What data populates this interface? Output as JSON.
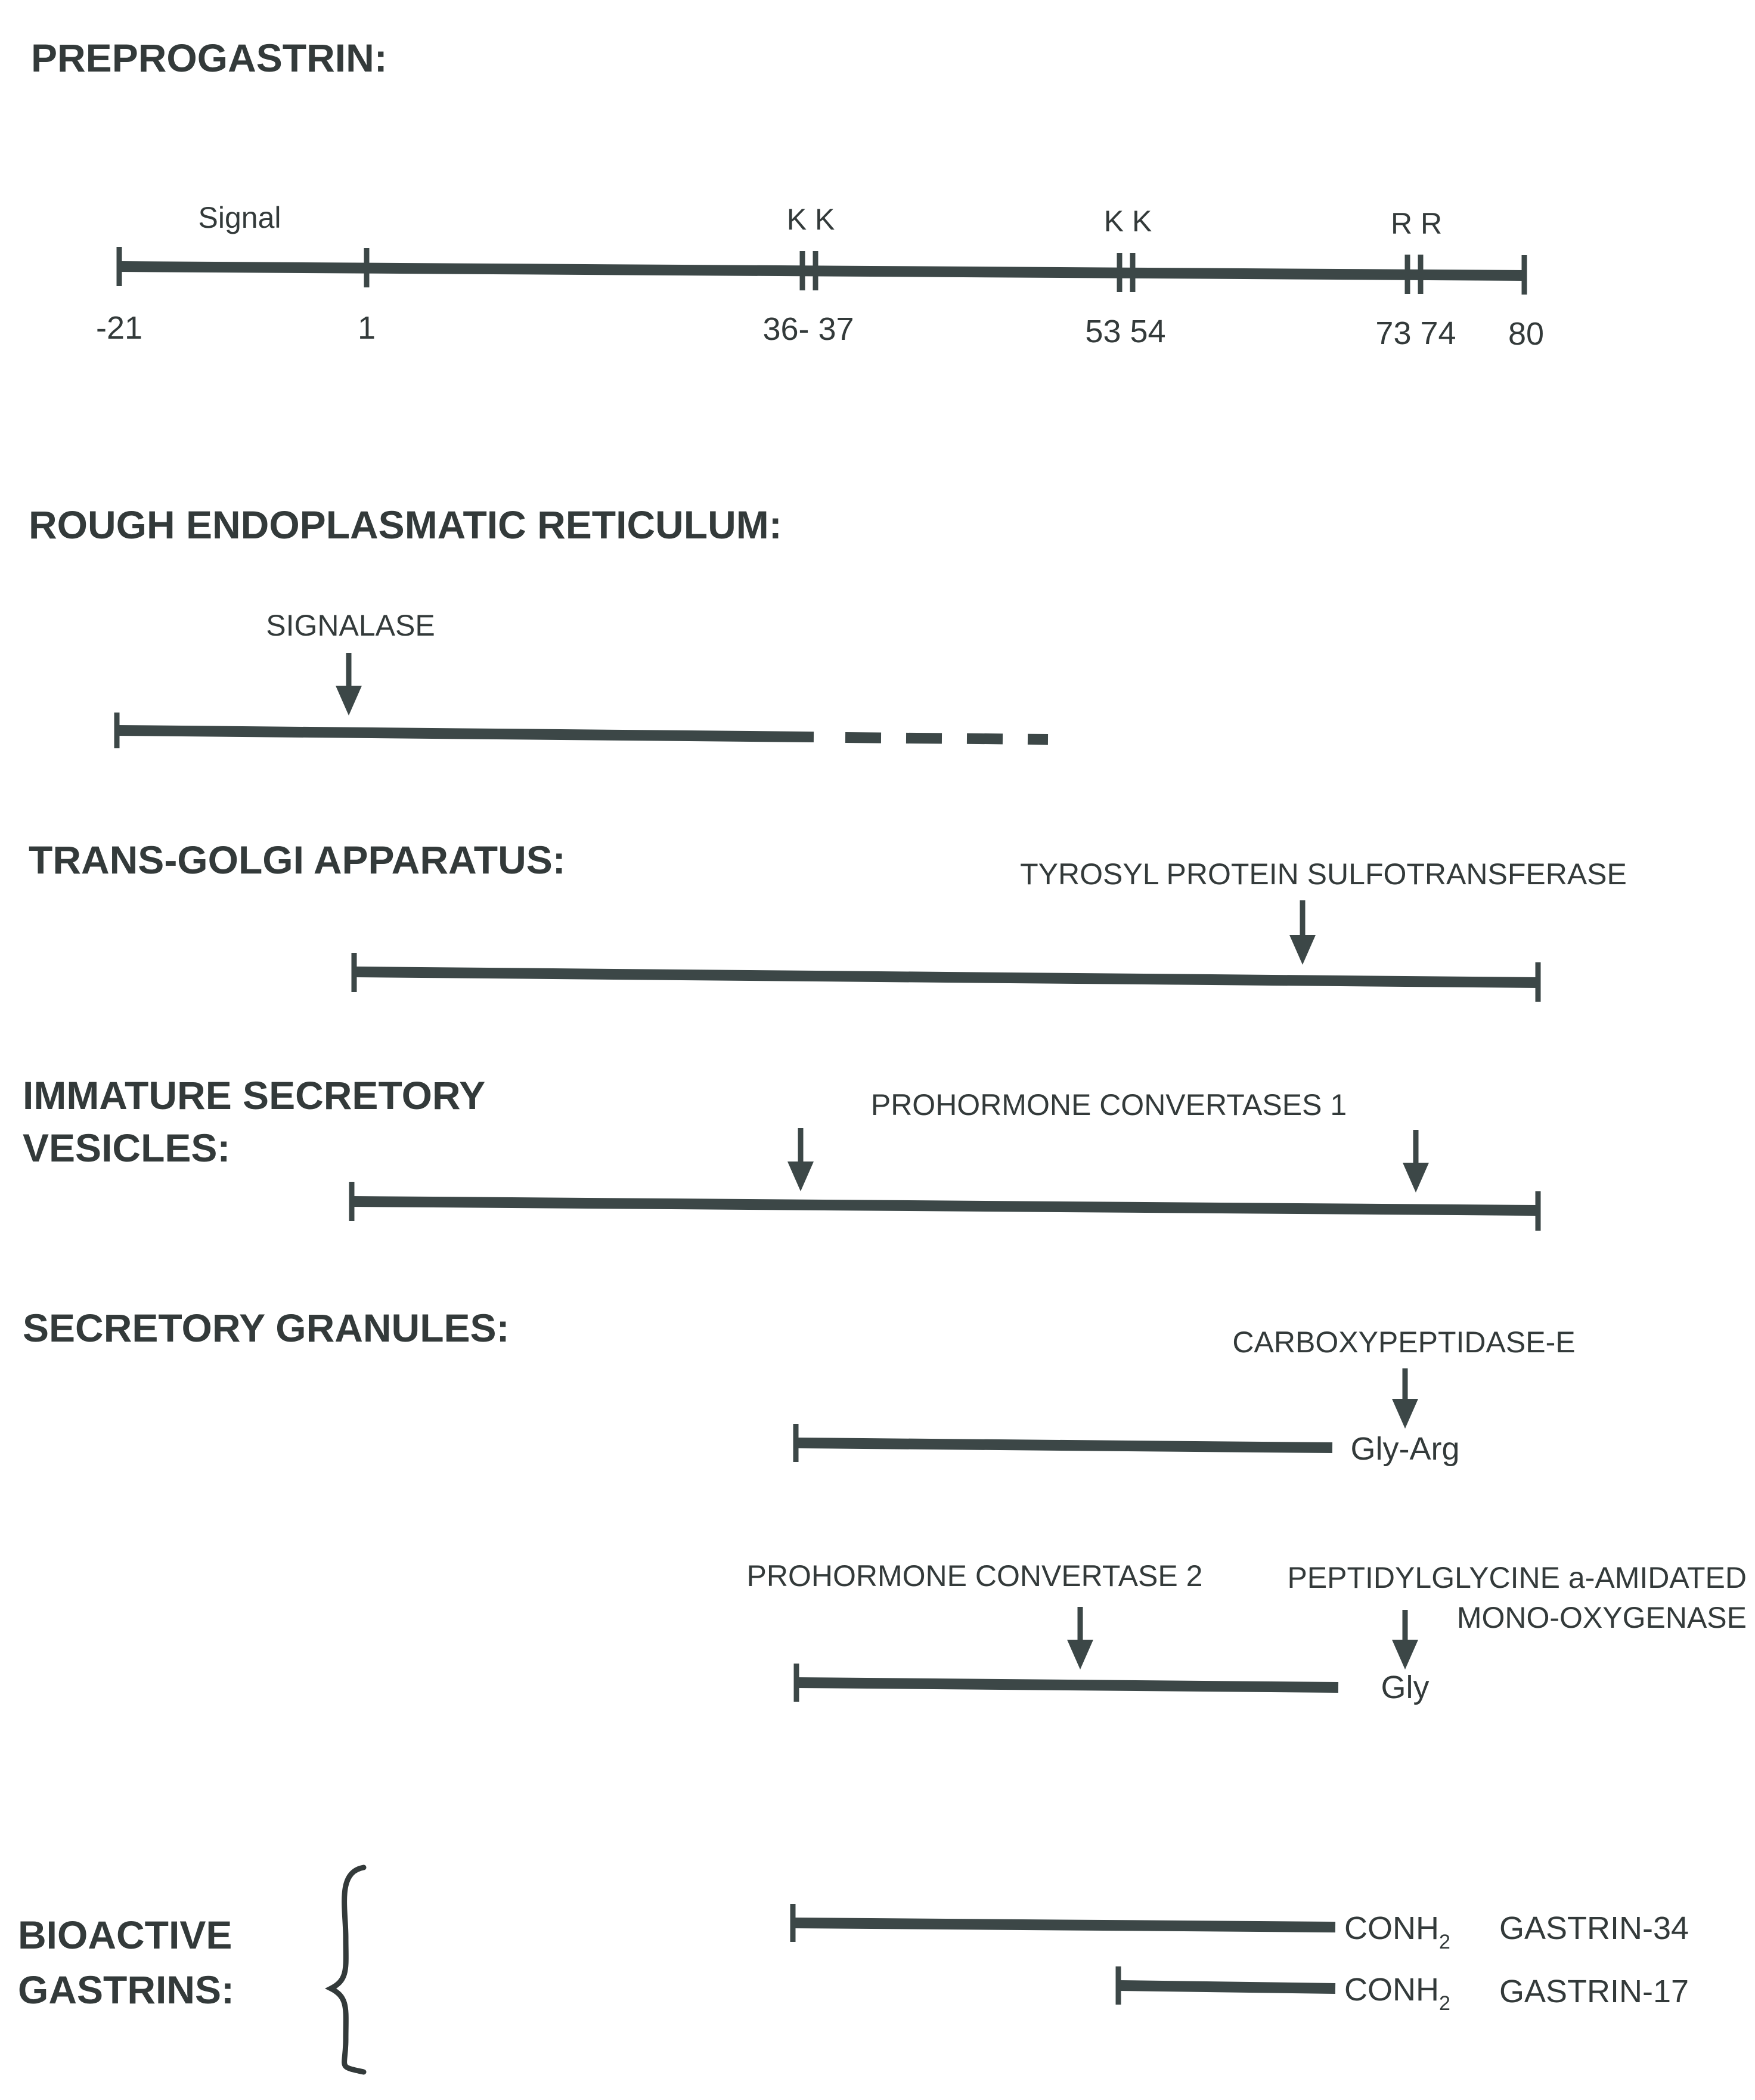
{
  "sections": {
    "preprogastrin": "PREPROGASTRIN:",
    "rer": "ROUGH ENDOPLASMATIC RETICULUM:",
    "golgi": "TRANS-GOLGI APPARATUS:",
    "isv_line1": "IMMATURE SECRETORY",
    "isv_line2": "VESICLES:",
    "granules": "SECRETORY GRANULES:",
    "bioactive_line1": "BIOACTIVE",
    "bioactive_line2": "GASTRINS:"
  },
  "preprogastrin": {
    "signal": "Signal",
    "cleavage_1": "K K",
    "cleavage_2": "K K",
    "cleavage_3": "R R",
    "positions": [
      "-21",
      "1",
      "36- 37",
      "53 54",
      "73 74",
      "80"
    ]
  },
  "enzymes": {
    "signalase": "SIGNALASE",
    "tpst": "TYROSYL PROTEIN SULFOTRANSFERASE",
    "pc1": "PROHORMONE CONVERTASES 1",
    "cpe": "CARBOXYPEPTIDASE-E",
    "pc2": "PROHORMONE CONVERTASE 2",
    "pam_line1": "PEPTIDYLGLYCINE a-AMIDATED",
    "pam_line2": "MONO-OXYGENASE"
  },
  "residues": {
    "gly_arg": "Gly-Arg",
    "gly": "Gly"
  },
  "products": {
    "conh_main": "CONH",
    "conh_sub": "2",
    "gastrin34": "GASTRIN-34",
    "gastrin17": "GASTRIN-17"
  }
}
